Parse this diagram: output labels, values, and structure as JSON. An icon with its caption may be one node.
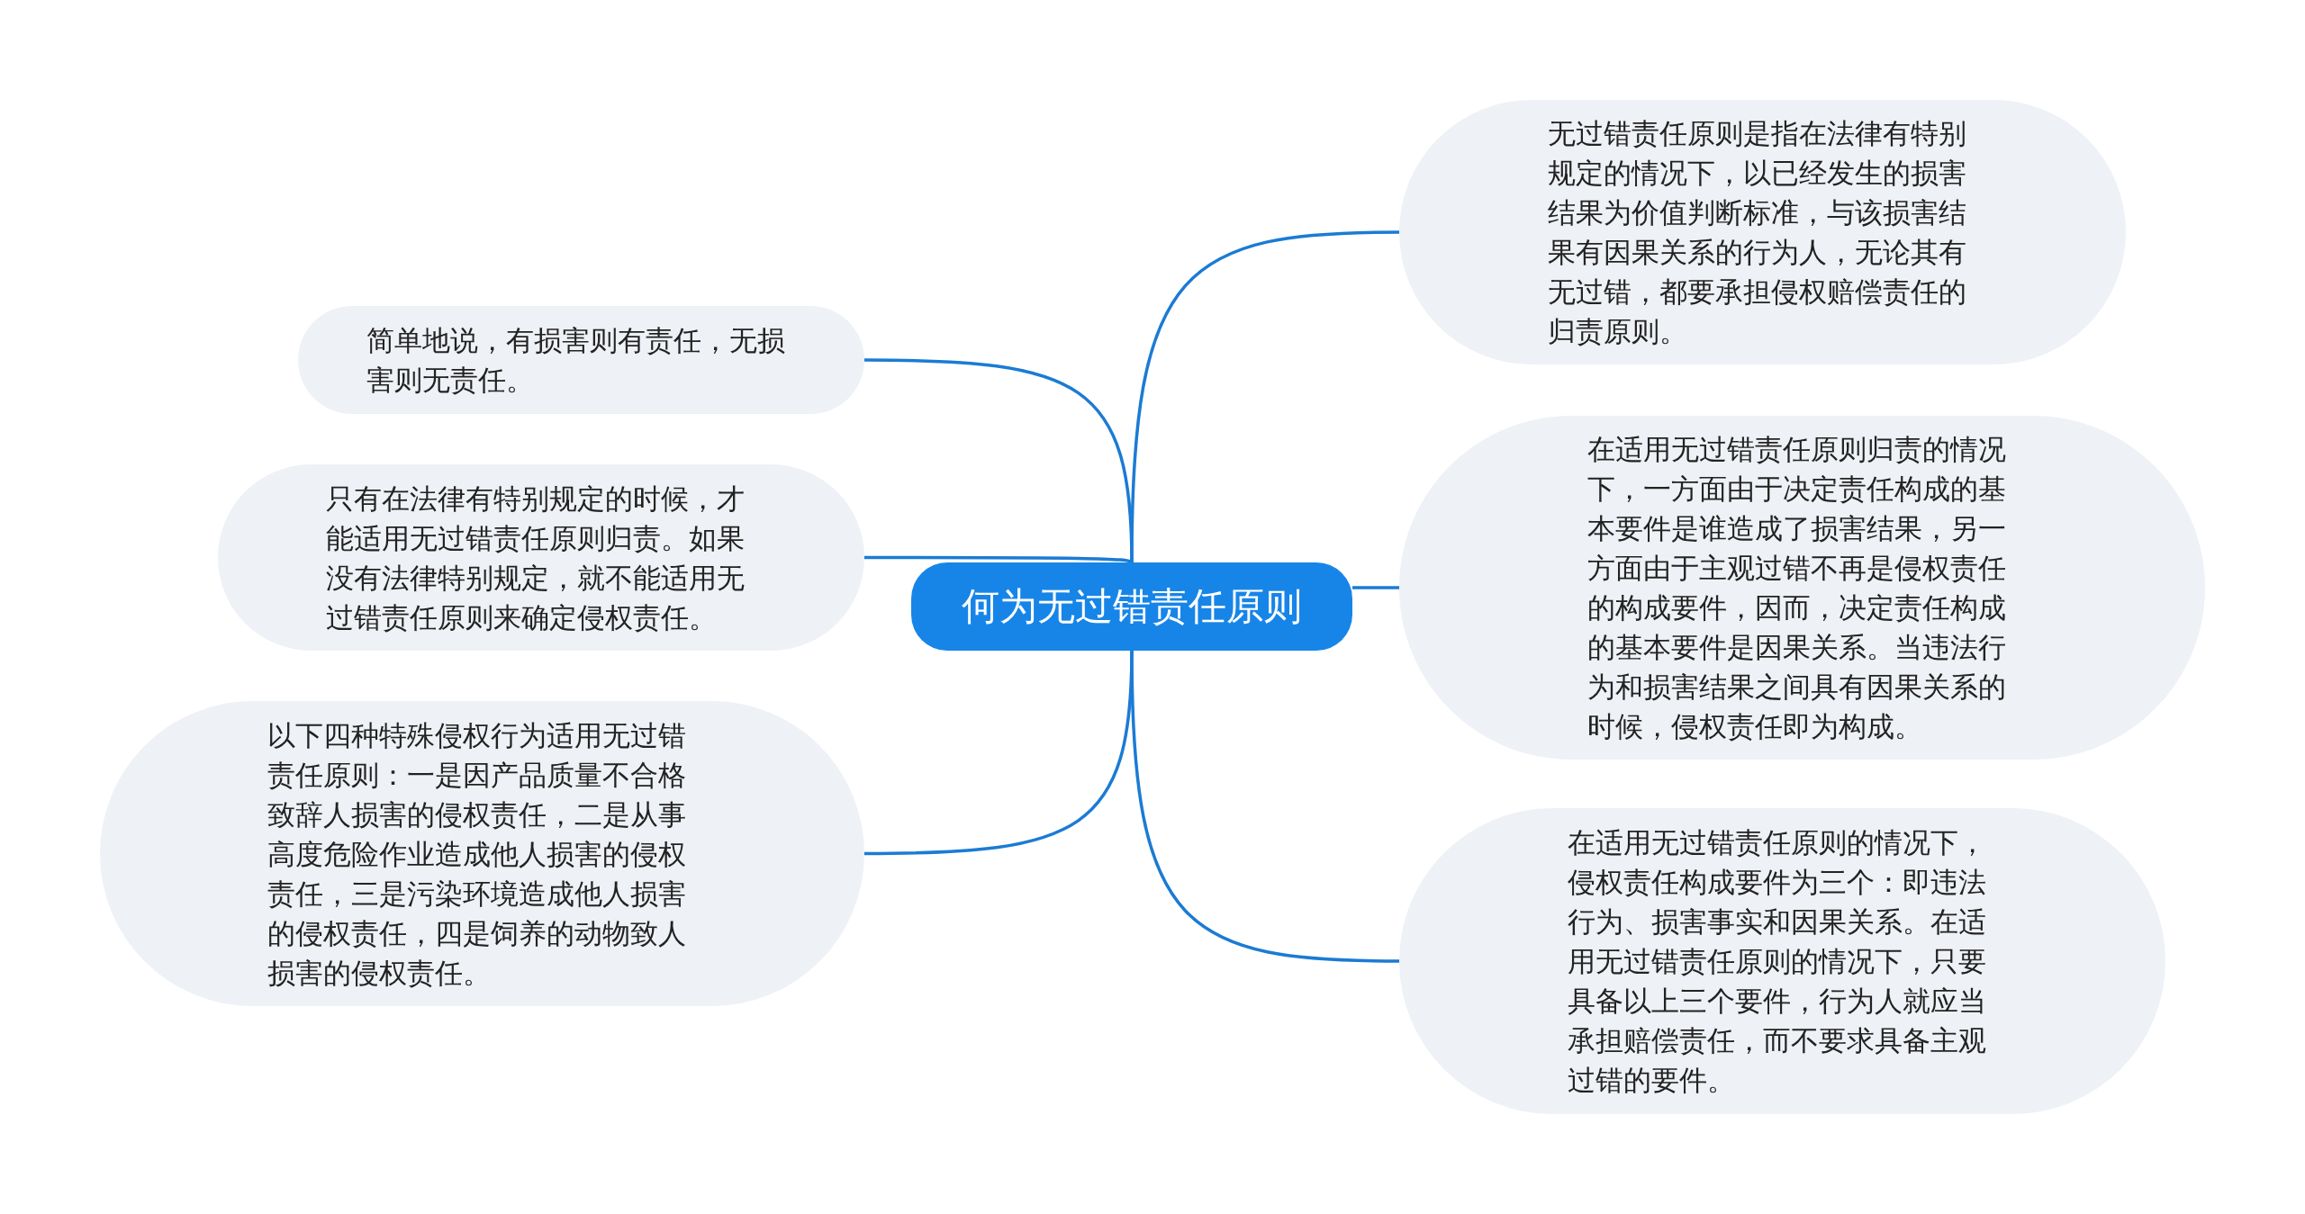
{
  "diagram": {
    "nodes": [
      {
        "text": [
          "何为无过错责任原则"
        ]
      },
      {
        "text": [
          "简单地说，有损害则有责任，无损害则无责任。"
        ]
      },
      {
        "text": [
          "只有在法律有特别规定的时候，才能适用无过错责任原则归责。如果没有法律特别规定，就不能适用无过错责任原则来确定侵权责任。"
        ]
      },
      {
        "text": [
          "以下四种特殊侵权行为适用无过错责任原则：一是因产品质量不合格致辞人损害的侵权责任，二是从事高度危险作业造成他人损害的侵权责任，三是污染环境造成他人损害的侵权责任，四是饲养的动物致人损害的侵权责任。"
        ]
      },
      {
        "text": [
          "无过错责任原则是指在法律有特别规定的情况下，以已经发生的损害结果为价值判断标准，与该损害结果有因果关系的行为人，无论其有无过错，都要承担侵权赔偿责任的归责原则。"
        ]
      },
      {
        "text": [
          "在适用无过错责任原则归责的情况下，一方面由于决定责任构成的基本要件是谁造成了损害结果，另一方面由于主观过错不再是侵权责任的构成要件，因而，决定责任构成的基本要件是因果关系。当违法行为和损害结果之间具有因果关系的时候，侵权责任即为构成。"
        ]
      },
      {
        "text": [
          "在适用无过错责任原则的情况下，侵权责任构成要件为三个：即违法行为、损害事实和因果关系。在适用无过错责任原则的情况下，只要具备以上三个要件，行为人就应当承担赔偿责任，而不要求具备主观过错的要件。"
        ]
      }
    ],
    "edges": [
      {
        "from": 0,
        "to": 1,
        "arrow": "none"
      },
      {
        "from": 0,
        "to": 2,
        "arrow": "none"
      },
      {
        "from": 0,
        "to": 3,
        "arrow": "none"
      },
      {
        "from": 0,
        "to": 4,
        "arrow": "none"
      },
      {
        "from": 0,
        "to": 5,
        "arrow": "none"
      },
      {
        "from": 0,
        "to": 6,
        "arrow": "none"
      }
    ]
  }
}
